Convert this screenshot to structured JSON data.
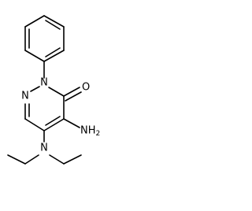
{
  "structure": {
    "atoms": {
      "ring_nitrogen_n1": "N",
      "ring_nitrogen_n2": "N",
      "carbonyl_oxygen": "O",
      "amino_group": "NH2",
      "diethylamino_nitrogen": "N"
    }
  },
  "colors": {
    "bond": "#000000",
    "label": "#000000",
    "background": "#ffffff"
  }
}
